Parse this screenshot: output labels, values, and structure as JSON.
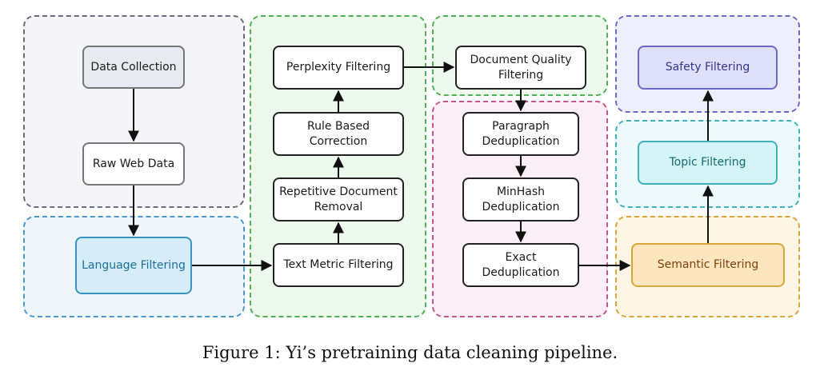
{
  "nodes": {
    "data_collection": "Data Collection",
    "raw_web_data": "Raw Web Data",
    "language_filtering": "Language Filtering",
    "perplexity_filtering": "Perplexity Filtering",
    "rule_based_correction": "Rule Based Correction",
    "repetitive_document_removal": "Repetitive Document Removal",
    "text_metric_filtering": "Text Metric Filtering",
    "document_quality_filtering": "Document Quality Filtering",
    "paragraph_deduplication": "Paragraph Deduplication",
    "minhash_deduplication": "MinHash Deduplication",
    "exact_deduplication": "Exact Deduplication",
    "safety_filtering": "Safety Filtering",
    "topic_filtering": "Topic Filtering",
    "semantic_filtering": "Semantic Filtering"
  },
  "caption": "Figure 1: Yi’s pretraining data cleaning pipeline.",
  "colors": {
    "collection_group": "#6b6b7e",
    "language_group": "#4c99c7",
    "heuristic_group": "#4fb056",
    "dedup_group": "#c4558d",
    "safety_group": "#6a6ac6",
    "topic_group": "#3fb1b9",
    "semantic_group": "#d9a63b"
  },
  "edges": [
    [
      "data_collection",
      "raw_web_data"
    ],
    [
      "raw_web_data",
      "language_filtering"
    ],
    [
      "language_filtering",
      "text_metric_filtering"
    ],
    [
      "text_metric_filtering",
      "repetitive_document_removal"
    ],
    [
      "repetitive_document_removal",
      "rule_based_correction"
    ],
    [
      "rule_based_correction",
      "perplexity_filtering"
    ],
    [
      "perplexity_filtering",
      "document_quality_filtering"
    ],
    [
      "document_quality_filtering",
      "paragraph_deduplication"
    ],
    [
      "paragraph_deduplication",
      "minhash_deduplication"
    ],
    [
      "minhash_deduplication",
      "exact_deduplication"
    ],
    [
      "exact_deduplication",
      "semantic_filtering"
    ],
    [
      "semantic_filtering",
      "topic_filtering"
    ],
    [
      "topic_filtering",
      "safety_filtering"
    ]
  ]
}
